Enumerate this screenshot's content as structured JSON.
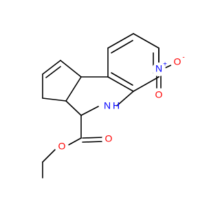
{
  "molecule": {
    "atoms": [
      {
        "id": "n_nitro",
        "text": "N",
        "charge": "+"
      },
      {
        "id": "o_nitro_minus",
        "text": "O",
        "charge": "-"
      },
      {
        "id": "o_nitro_double",
        "text": "O"
      },
      {
        "id": "nh",
        "text": "N",
        "hydrogen": "H"
      },
      {
        "id": "o_ester_single",
        "text": "O"
      },
      {
        "id": "o_ester_double",
        "text": "O"
      }
    ]
  },
  "colors": {
    "bond": "#000000",
    "nitrogen": "#0000ff",
    "oxygen": "#ff0000",
    "background": "#ffffff"
  }
}
